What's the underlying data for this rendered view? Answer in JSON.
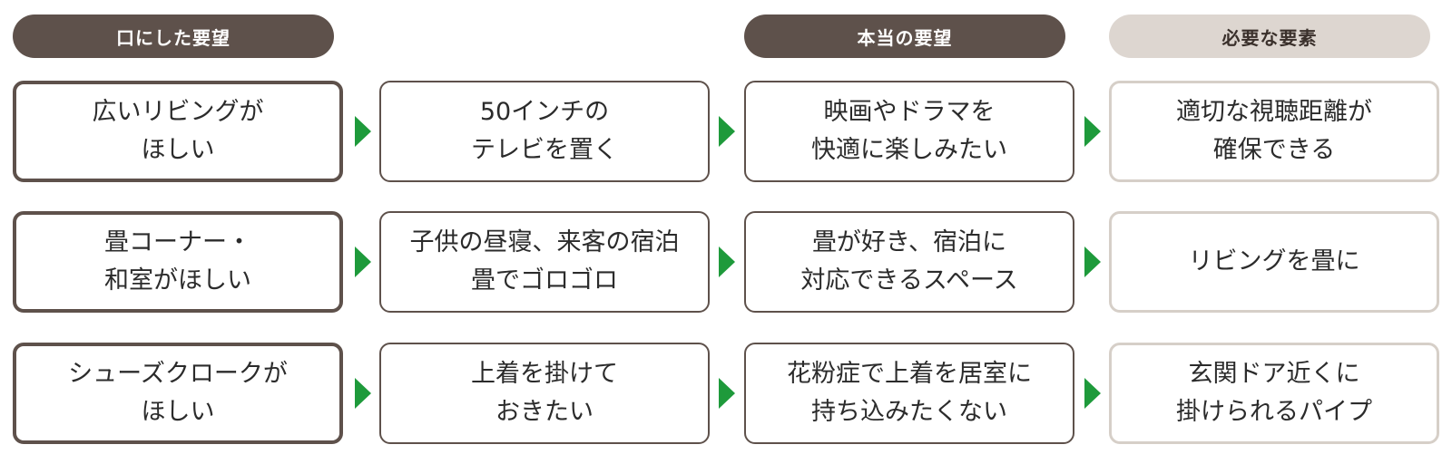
{
  "headers": {
    "spoken": "口にした要望",
    "true_wish": "本当の要望",
    "elements": "必要な要素"
  },
  "colors": {
    "header_dark": "#5e514b",
    "header_light": "#ddd6d0",
    "arrow": "#1e9a3b",
    "card_border_light": "#d6cfc8"
  },
  "rows": [
    {
      "spoken": [
        "広いリビングが",
        "ほしい"
      ],
      "situation": [
        "50インチの",
        "テレビを置く"
      ],
      "true_wish": [
        "映画やドラマを",
        "快適に楽しみたい"
      ],
      "element": [
        "適切な視聴距離が",
        "確保できる"
      ]
    },
    {
      "spoken": [
        "畳コーナー・",
        "和室がほしい"
      ],
      "situation": [
        "子供の昼寝、来客の宿泊",
        "畳でゴロゴロ"
      ],
      "true_wish": [
        "畳が好き、宿泊に",
        "対応できるスペース"
      ],
      "element": [
        "リビングを畳に"
      ]
    },
    {
      "spoken": [
        "シューズクロークが",
        "ほしい"
      ],
      "situation": [
        "上着を掛けて",
        "おきたい"
      ],
      "true_wish": [
        "花粉症で上着を居室に",
        "持ち込みたくない"
      ],
      "element": [
        "玄関ドア近くに",
        "掛けられるパイプ"
      ]
    }
  ]
}
